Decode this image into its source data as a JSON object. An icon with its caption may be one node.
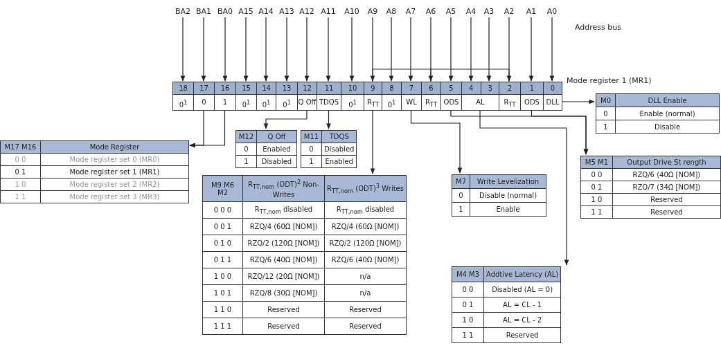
{
  "diagram": {
    "nodes": [
      {
        "text": [
          "BA2"
        ]
      },
      {
        "text": [
          "BA1"
        ]
      },
      {
        "text": [
          "BA0"
        ]
      },
      {
        "text": [
          "A15"
        ]
      },
      {
        "text": [
          "A14"
        ]
      },
      {
        "text": [
          "A13"
        ]
      },
      {
        "text": [
          "A12"
        ]
      },
      {
        "text": [
          "A11"
        ]
      },
      {
        "text": [
          "A10"
        ]
      },
      {
        "text": [
          "A9"
        ]
      },
      {
        "text": [
          "A8"
        ]
      },
      {
        "text": [
          "A7"
        ]
      },
      {
        "text": [
          "A6"
        ]
      },
      {
        "text": [
          "A5"
        ]
      },
      {
        "text": [
          "A4"
        ]
      },
      {
        "text": [
          "A3"
        ]
      },
      {
        "text": [
          "A2"
        ]
      },
      {
        "text": [
          "A1"
        ]
      },
      {
        "text": [
          "A0"
        ]
      },
      {
        "text": [
          "18",
          "0$^{1}$"
        ]
      },
      {
        "text": [
          "17",
          "0"
        ]
      },
      {
        "text": [
          "16",
          "1"
        ]
      },
      {
        "text": [
          "15",
          "0$^{1}$"
        ]
      },
      {
        "text": [
          "14",
          "0$^{1}$"
        ]
      },
      {
        "text": [
          "13",
          "0$^{1}$"
        ]
      },
      {
        "text": [
          "12",
          "Q Off"
        ]
      },
      {
        "text": [
          "11",
          "TDQS"
        ]
      },
      {
        "text": [
          "10",
          "0$^{1}$"
        ]
      },
      {
        "text": [
          "9",
          "R$_{TT}$"
        ]
      },
      {
        "text": [
          "8",
          "0$^{1}$"
        ]
      },
      {
        "text": [
          "7",
          "WL"
        ]
      },
      {
        "text": [
          "6",
          "R$_{TT}$"
        ]
      },
      {
        "text": [
          "5",
          "ODS"
        ]
      },
      {
        "text": [
          "4",
          "3",
          "AL"
        ]
      },
      {
        "text": [
          "2",
          "R$_{TT}$"
        ]
      },
      {
        "text": [
          "1",
          "ODS"
        ]
      },
      {
        "text": [
          "0",
          "DLL"
        ]
      },
      {
        "text": [
          "M17 M16",
          "Mode Register",
          "0 0",
          "Mode register set 0 (MR0)",
          "0 1",
          "Mode register set 1 (MR1)",
          "1 0",
          "Mode register set 2 (MR2)",
          "1 1",
          "Mode register set 3 (MR3)"
        ]
      },
      {
        "text": [
          "M12",
          "Q Off",
          "0",
          "Enabled",
          "1",
          "Disabled"
        ]
      },
      {
        "text": [
          "M11",
          "TDQS",
          "0",
          "Disabled",
          "1",
          "Enabled"
        ]
      },
      {
        "text": [
          "M0",
          "DLL Enable",
          "0",
          "Enable (normal)",
          "1",
          "Disable"
        ]
      },
      {
        "text": [
          "M5 M1",
          "Output Drive St rength",
          "0 0",
          "RZQ/6 (40Ω [NOM])",
          "0 1",
          "RZQ/7 (34Ω [NOM])",
          "1 0",
          "Reserved",
          "1 1",
          "Reserved"
        ]
      },
      {
        "text": [
          "M9 M6 M2",
          "R$_{TT,nom}$ (ODT)$^{2}$ Non-Writes",
          "R$_{TT,nom}$ (ODT)$^{3}$ Writes",
          "0 0 0",
          "R$_{TT,nom}$ disabled",
          "R$_{TT,nom}$ disabled",
          "0 0 1",
          "RZQ/4 (60Ω [NOM])",
          "RZQ/4 (60Ω [NOM])",
          "0 1 0",
          "RZQ/2 (120Ω [NOM])",
          "RZQ/2 (120Ω [NOM])",
          "0 1 1",
          "RZQ/6 (40Ω [NOM])",
          "RZQ/6 (40Ω [NOM])",
          "1 0 0",
          "RZQ/12 (20Ω [NOM])",
          "n/a",
          "1 0 1",
          "RZQ/8 (30Ω [NOM])",
          "n/a",
          "1 1 0",
          "Reserved",
          "Reserved",
          "1 1 1",
          "Reserved",
          "Reserved"
        ]
      },
      {
        "text": [
          "M7",
          "Write Levelization",
          "0",
          "Disable (normal)",
          "1",
          "Enable"
        ]
      },
      {
        "text": [
          "M4 M3",
          "Addtive Latency (AL)",
          "0 0",
          "Disabled (AL = 0)",
          "0 1",
          "AL = CL - 1",
          "1 0",
          "AL = CL - 2",
          "1 1",
          "Reserved"
        ]
      }
    ],
    "edges": [
      {
        "from": 0,
        "to": 19,
        "arrow": "to"
      },
      {
        "from": 1,
        "to": 20,
        "arrow": "to"
      },
      {
        "from": 2,
        "to": 21,
        "arrow": "to"
      },
      {
        "from": 3,
        "to": 22,
        "arrow": "to"
      },
      {
        "from": 4,
        "to": 23,
        "arrow": "to"
      },
      {
        "from": 5,
        "to": 24,
        "arrow": "to"
      },
      {
        "from": 6,
        "to": 25,
        "arrow": "to"
      },
      {
        "from": 7,
        "to": 26,
        "arrow": "to"
      },
      {
        "from": 8,
        "to": 27,
        "arrow": "to"
      },
      {
        "from": 9,
        "to": 28,
        "arrow": "to"
      },
      {
        "from": 10,
        "to": 29,
        "arrow": "to"
      },
      {
        "from": 11,
        "to": 30,
        "arrow": "to"
      },
      {
        "from": 12,
        "to": 31,
        "arrow": "to"
      },
      {
        "from": 13,
        "to": 32,
        "arrow": "to"
      },
      {
        "from": 14,
        "to": 33,
        "arrow": "to"
      },
      {
        "from": 15,
        "to": 33,
        "arrow": "to"
      },
      {
        "from": 16,
        "to": 34,
        "arrow": "to"
      },
      {
        "from": 17,
        "to": 35,
        "arrow": "to"
      },
      {
        "from": 18,
        "to": 36,
        "arrow": "to"
      },
      {
        "from": 20,
        "to": 37,
        "arrow": "to"
      },
      {
        "from": 21,
        "to": 37,
        "arrow": "to"
      },
      {
        "from": 25,
        "to": 38,
        "arrow": "to"
      },
      {
        "from": 26,
        "to": 39,
        "arrow": "to"
      },
      {
        "from": 28,
        "to": 42,
        "arrow": "to"
      },
      {
        "from": 30,
        "to": 43,
        "arrow": "to"
      },
      {
        "from": 32,
        "to": 41,
        "arrow": "to"
      },
      {
        "from": 35,
        "to": 41,
        "arrow": "to"
      },
      {
        "from": 33,
        "to": 44,
        "arrow": "to"
      },
      {
        "from": 36,
        "to": 40,
        "arrow": "to"
      }
    ],
    "labels": [
      "Address bus",
      "Mode register 1 (MR1)"
    ]
  }
}
